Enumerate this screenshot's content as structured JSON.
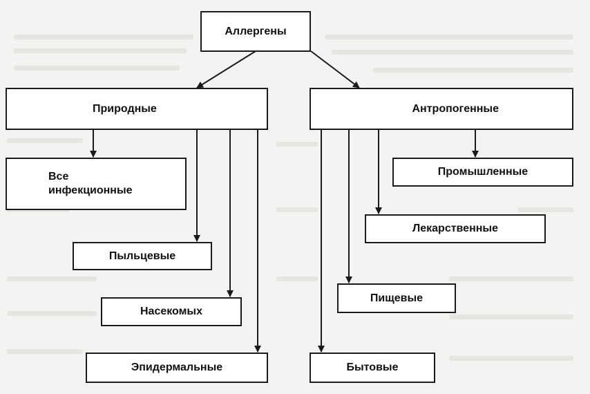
{
  "diagram": {
    "root": "Аллергены",
    "natural": {
      "label": "Природные",
      "children": [
        "Все инфекционные",
        "Пыльцевые",
        "Насекомых",
        "Эпидермальные"
      ]
    },
    "anthropogenic": {
      "label": "Антропогенные",
      "children": [
        "Промышленные",
        "Лекарственные",
        "Пищевые",
        "Бытовые"
      ]
    }
  },
  "colors": {
    "line": "#1a1a1a",
    "box_fill": "#ffffff",
    "background": "#f4f3f1"
  }
}
